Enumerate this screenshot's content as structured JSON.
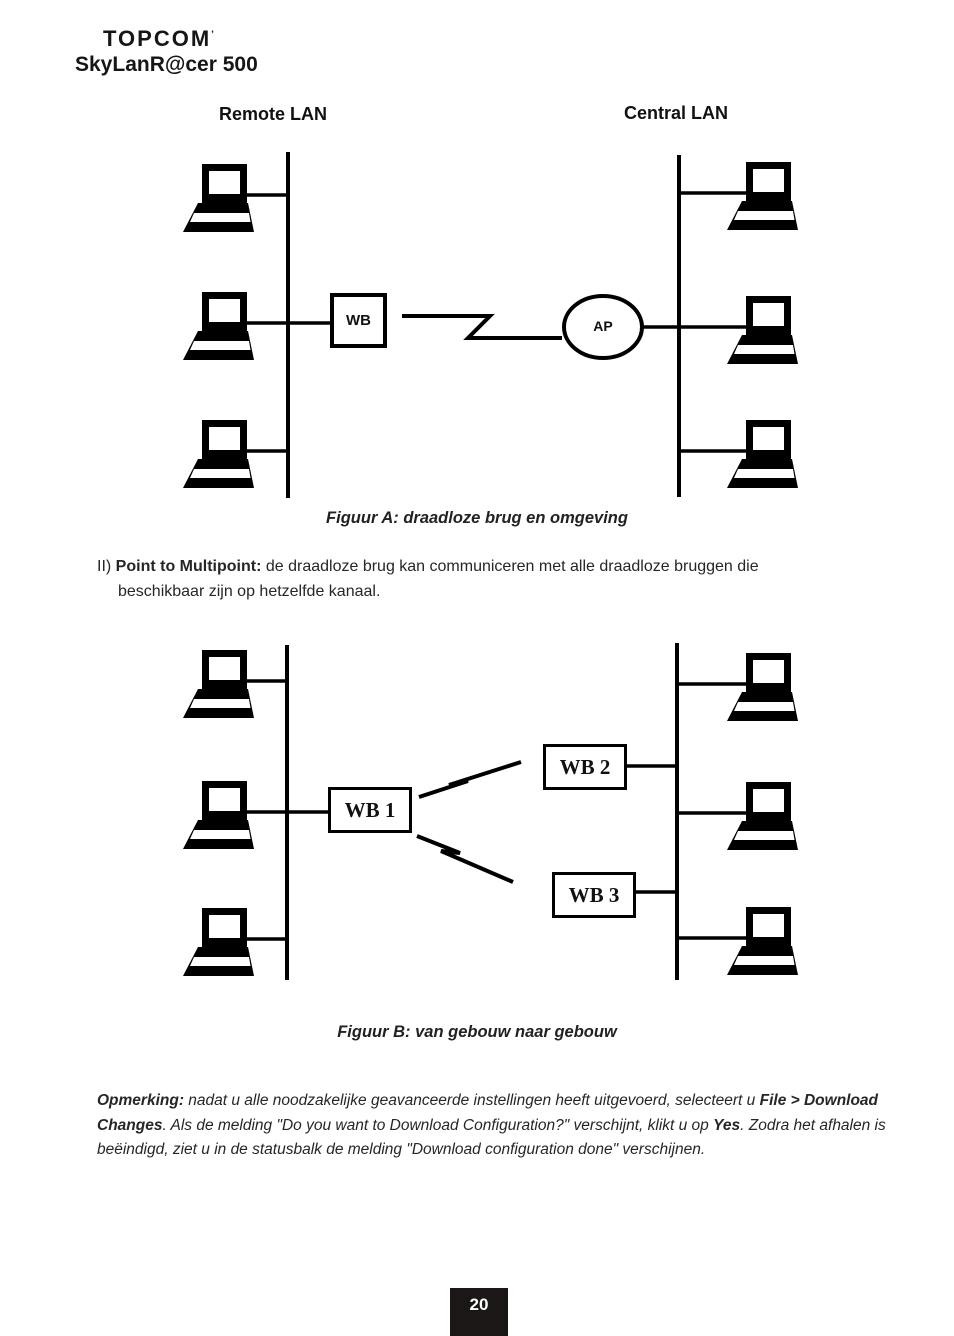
{
  "header": {
    "brand": "TOPCOM",
    "trademark": "’",
    "product": "SkyLanR@cer 500"
  },
  "figure_a": {
    "remote_label": "Remote LAN",
    "central_label": "Central LAN",
    "wb_label": "WB",
    "ap_label": "AP",
    "caption": "Figuur A: draadloze brug en omgeving"
  },
  "section": {
    "lines": [
      [
        [
          "n",
          "II) "
        ],
        [
          "b",
          "Point to Multipoint:"
        ],
        [
          "n",
          " de draadloze brug kan communiceren met alle draadloze bruggen die"
        ]
      ],
      [
        [
          "n",
          "beschikbaar zijn op hetzelfde kanaal."
        ]
      ]
    ]
  },
  "figure_b": {
    "wb1_label": "WB 1",
    "wb2_label": "WB 2",
    "wb3_label": "WB 3",
    "caption": "Figuur B: van gebouw naar gebouw"
  },
  "note": {
    "lines": [
      [
        [
          "b",
          "Opmerking:"
        ],
        [
          "n",
          " nadat u alle noodzakelijke geavanceerde instellingen heeft uitgevoerd, selecteert u "
        ],
        [
          "b",
          "File > Download"
        ]
      ],
      [
        [
          "b",
          "Changes"
        ],
        [
          "n",
          ". Als de melding \"Do you want to Download Configuration?\" verschijnt, klikt u op "
        ],
        [
          "b",
          "Yes"
        ],
        [
          "n",
          ". Zodra het afhalen is"
        ]
      ],
      [
        [
          "n",
          "beëindigd, ziet u in de statusbalk de melding \"Download configuration done\" verschijnen."
        ]
      ]
    ]
  },
  "footer": {
    "page_number": "20"
  },
  "colors": {
    "ink": "#1f1f1f",
    "diagram": "#000000",
    "footer_bg": "#1b1717",
    "page_bg": "#ffffff"
  }
}
